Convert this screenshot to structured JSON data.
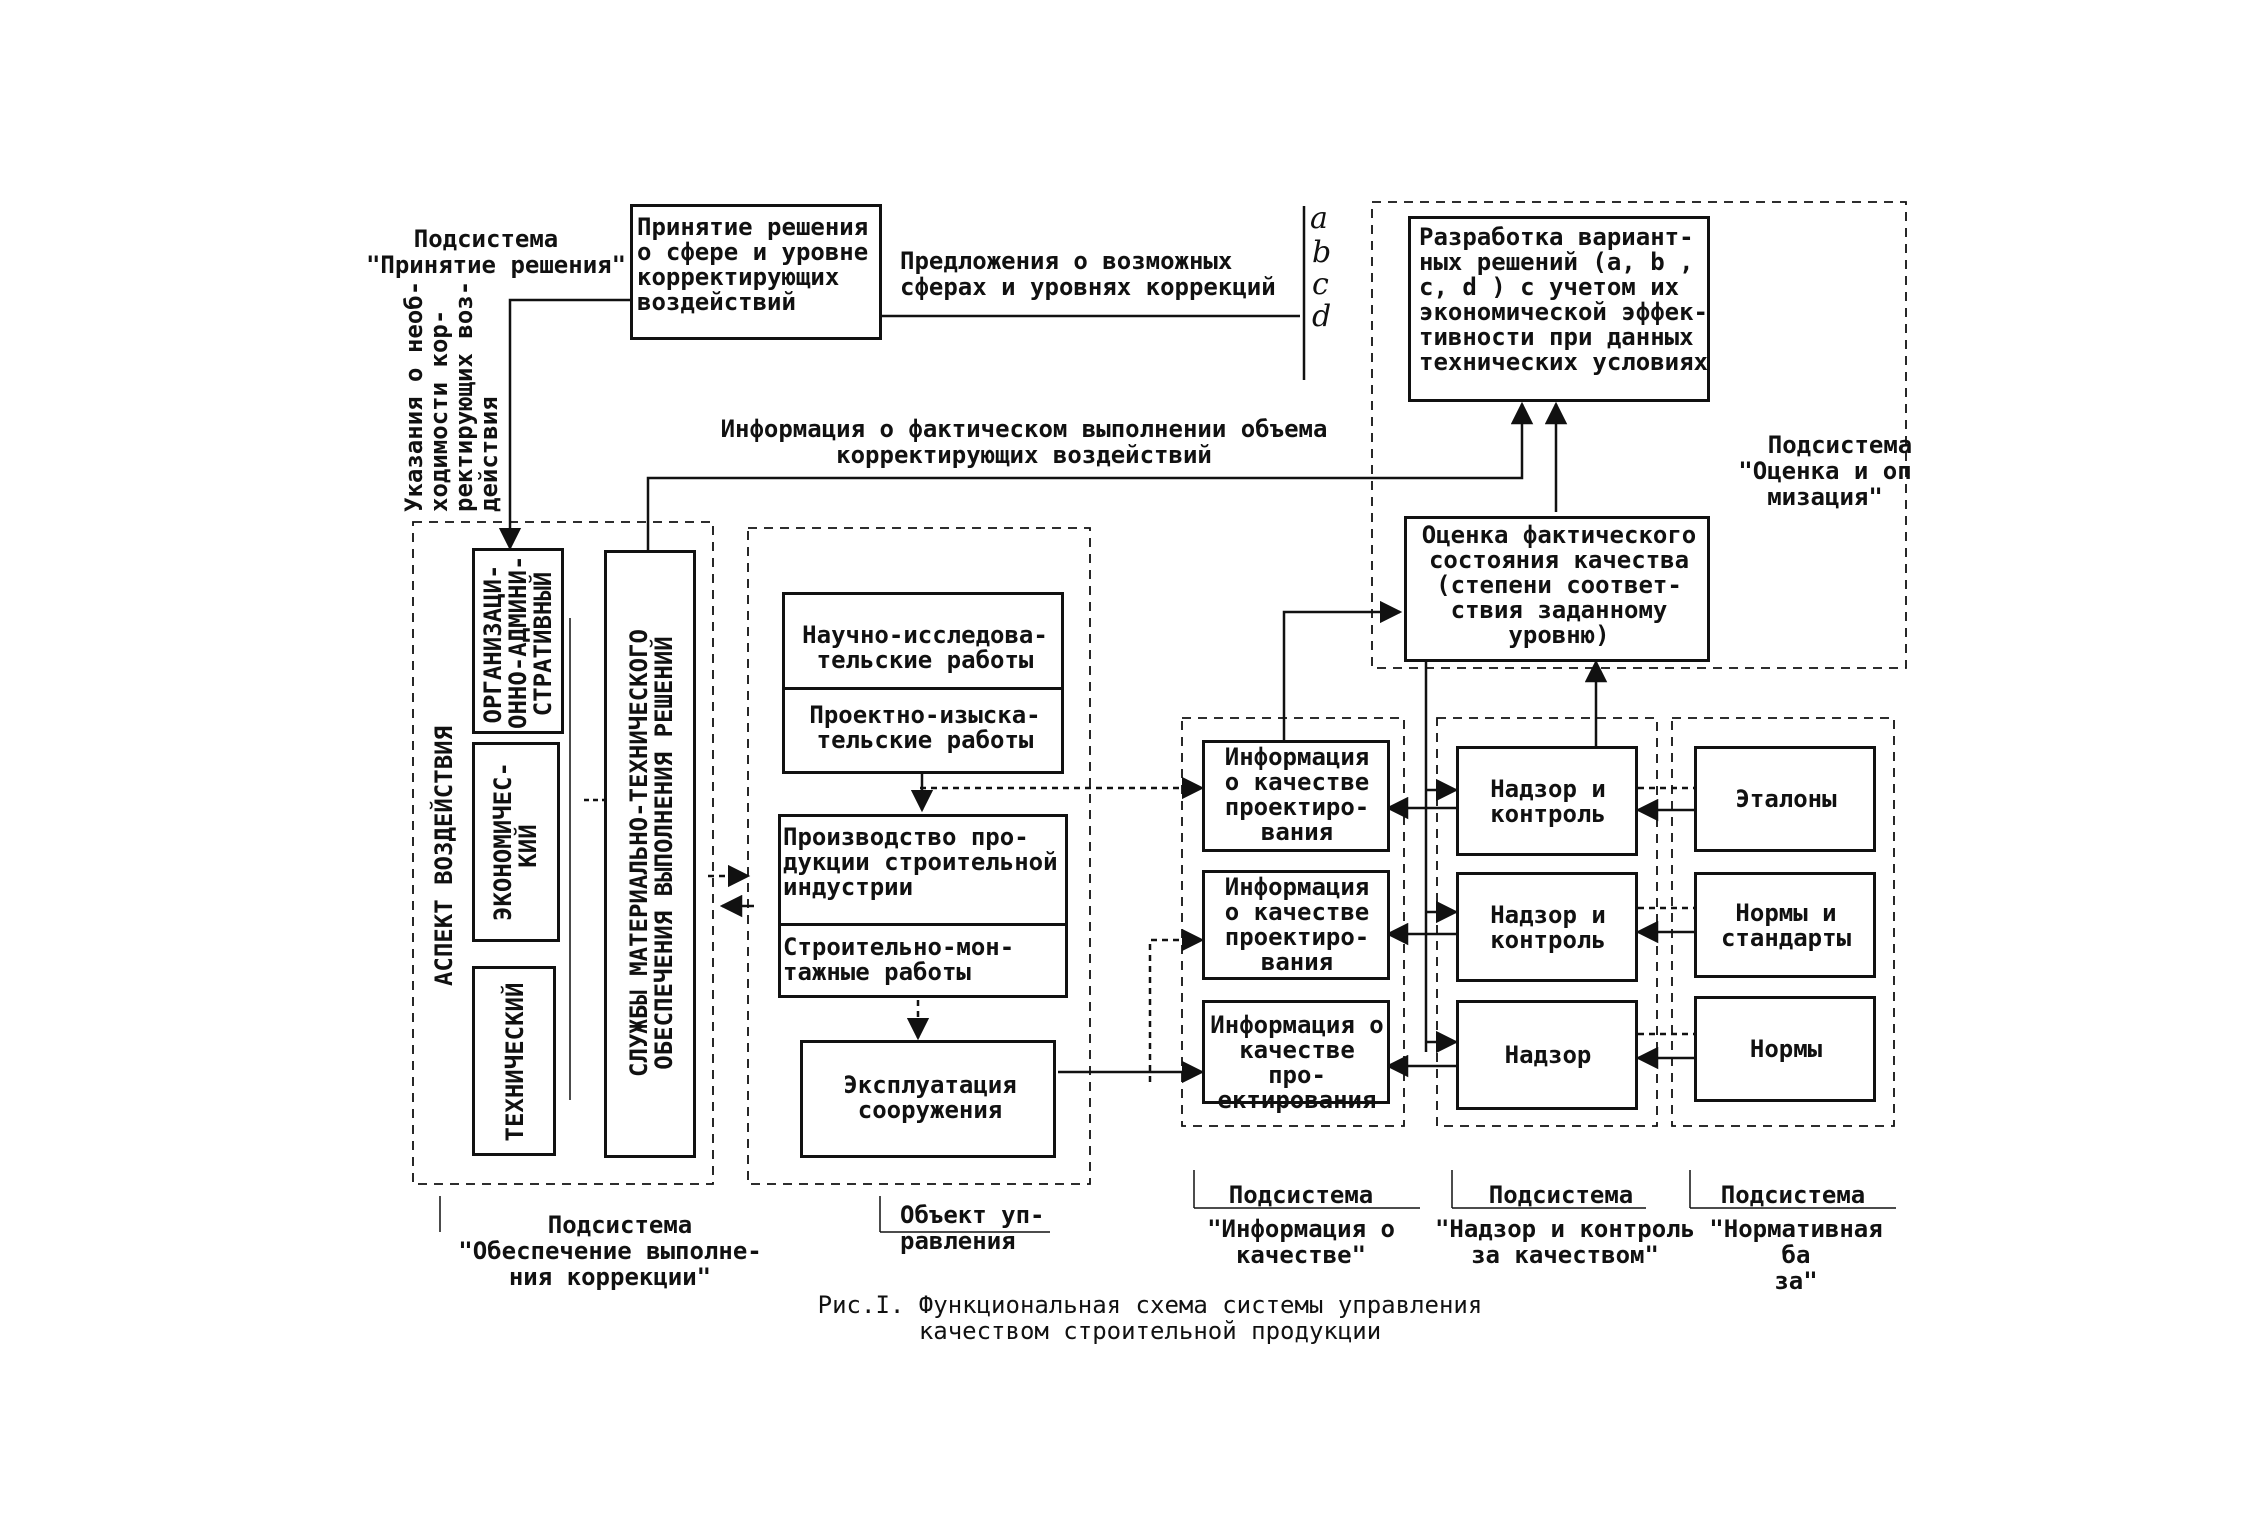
{
  "subsystem_decision": {
    "title": "Подсистема",
    "name": "\"Принятие решения\""
  },
  "box_decision": "Принятие решения\nо сфере и уровне\nкорректирующих\nвоздействий",
  "proposals_label": "Предложения о возможных\nсферах и уровнях коррекций",
  "letters": [
    "a",
    "b",
    "c",
    "d"
  ],
  "box_variants": "Разработка вариант-\nных решений (a, b ,\nc, d ) с учетом их\nэкономической эффек-\nтивности при данных\nтехнических условиях",
  "subsystem_evaluation": {
    "title": "Подсистема",
    "name": "\"Оценка и оп\nмизация\""
  },
  "instructions_label": "Указания о необ-\nходимости кор-\nректирующих воз-\nдействия",
  "actual_info_label": "Информация о фактическом выполнении объема\nкорректирующих воздействий",
  "box_evaluation": "Оценка фактического\nсостояния качества\n(степени соответ-\nствия заданному\nуровню)",
  "aspect_label": "АСПЕКТ ВОЗДЕЙСТВИЯ",
  "aspect_org": "ОРГАНИЗАЦИ-\nОННО-АДМИНИ-\nСТРАТИВНЫЙ",
  "aspect_econ": "ЭКОНОМИЧЕС-\nКИЙ",
  "aspect_tech": "ТЕХНИЧЕСКИЙ",
  "services_label": "СЛУЖБЫ МАТЕРИАЛЬНО-ТЕХНИЧЕСКОГО\nОБЕСПЕЧЕНИЯ ВЫПОЛНЕНИЯ РЕШЕНИЙ",
  "object_boxes": {
    "research": "Научно-исследова-\nтельские работы",
    "design": "Проектно-изыска-\nтельские работы",
    "production": "Производство про-\nдукции строительной\nиндустрии",
    "construction": "Строительно-мон-\nтажные работы",
    "operation": "Эксплуатация\nсооружения"
  },
  "info_boxes": [
    "Информация\nо качестве\nпроектиро-\nвания",
    "Информация\nо качестве\nпроектиро-\nвания",
    "Информация о\nкачестве про-\nектирования"
  ],
  "control_boxes": [
    "Надзор и\nконтроль",
    "Надзор и\nконтроль",
    "Надзор"
  ],
  "norm_boxes": [
    "Эталоны",
    "Нормы и\nстандарты",
    "Нормы"
  ],
  "subsystem_provision": {
    "title": "Подсистема",
    "name": "\"Обеспечение выполне-\nния коррекции\""
  },
  "object_label": "Объект уп-\nравления",
  "subsystem_info": {
    "title": "Подсистема",
    "name": "\"Информация о\nкачестве\""
  },
  "subsystem_control": {
    "title": "Подсистема",
    "name": "\"Надзор и контроль\nза качеством\""
  },
  "subsystem_normative": {
    "title": "Подсистема",
    "name": "\"Нормативная ба\nза\""
  },
  "caption": "Рис.I. Функциональная схема системы управления\nкачеством строительной продукции"
}
